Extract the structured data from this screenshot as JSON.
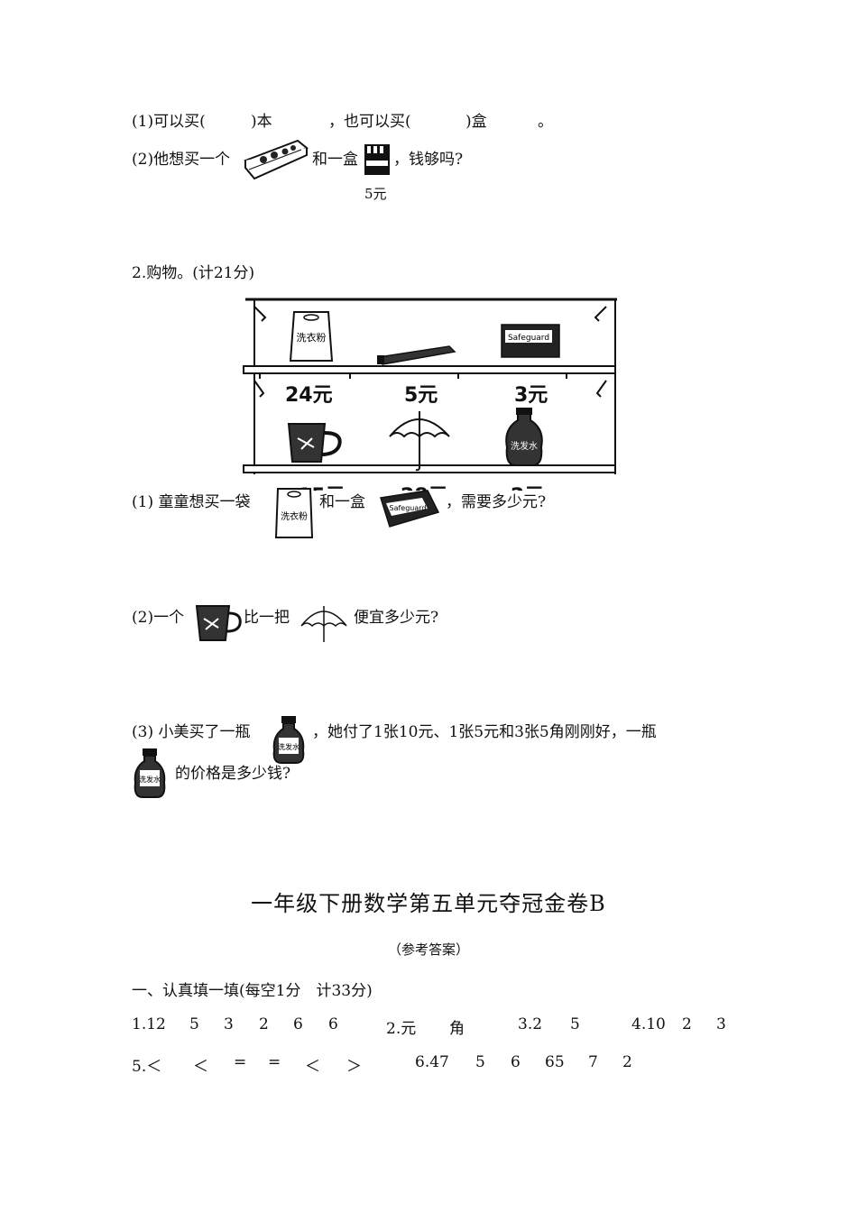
{
  "q1": {
    "line1": {
      "p1": "(1)可以买(",
      "p2": ")本",
      "p3": "，也可以买(",
      "p4": ")盒",
      "p5": "。"
    },
    "line2": {
      "p1": "(2)他想买一个",
      "p2": "和一盒",
      "p3": "，钱够吗?",
      "box_price": "5元"
    }
  },
  "q2": {
    "heading": "2.购物。(计21分)",
    "shelf": {
      "top_prices": [
        "24元",
        "5元",
        "3元"
      ],
      "bottom_prices": [
        "15元",
        "28元",
        "2元"
      ],
      "bag_text": "洗衣粉",
      "bottle_text": "洗发水",
      "soap_text": "Safeguard"
    },
    "sub1": {
      "p1": "(1)  童童想买一袋",
      "p2": "和一盒",
      "p3": "，需要多少元?"
    },
    "sub2": {
      "p1": "(2)一个",
      "p2": "比一把",
      "p3": "便宜多少元?"
    },
    "sub3": {
      "p1": "(3)  小美买了一瓶",
      "p2": "，她付了1张10元、1张5元和3张5角刚刚好，一瓶",
      "p3": "的价格是多少钱?"
    }
  },
  "answers": {
    "title": "一年级下册数学第五单元夺冠金卷B",
    "subtitle": "（参考答案）",
    "section1": "一、认真填一填(每空1分　计33分)",
    "row1": [
      "1.12",
      "5",
      "3",
      "2",
      "6",
      "6",
      "2.元",
      "角",
      "3.2",
      "5",
      "4.10",
      "2",
      "3"
    ],
    "row2": [
      "5.＜",
      "＜",
      "=",
      "=",
      "＜",
      "＞",
      "6.47",
      "5",
      "6",
      "65",
      "7",
      "2"
    ]
  }
}
